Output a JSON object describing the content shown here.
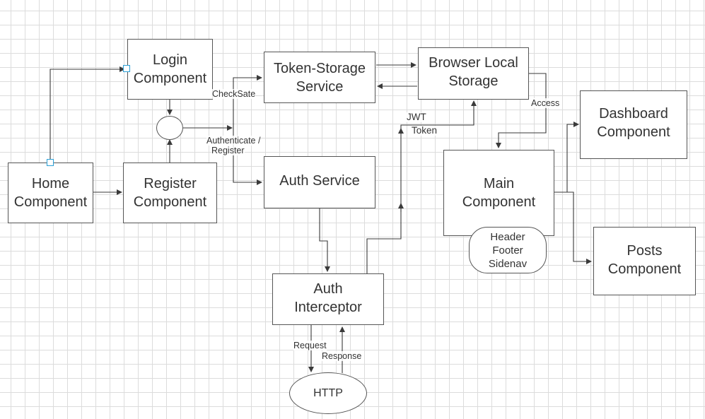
{
  "nodes": {
    "login": [
      "Login",
      "Component"
    ],
    "token_storage": [
      "Token-Storage",
      "Service"
    ],
    "browser_storage": [
      "Browser Local",
      "Storage"
    ],
    "dashboard": [
      "Dashboard",
      "Component"
    ],
    "home": [
      "Home",
      "Component"
    ],
    "register": [
      "Register",
      "Component"
    ],
    "auth_service": [
      "Auth Service"
    ],
    "main": [
      "Main",
      "Component"
    ],
    "layout_parts": [
      "Header",
      "Footer",
      "Sidenav"
    ],
    "posts": [
      "Posts",
      "Component"
    ],
    "interceptor": [
      "Auth",
      "Interceptor"
    ],
    "http": "HTTP"
  },
  "edge_labels": {
    "checksate": "CheckSate",
    "authenticate": [
      "Authenticate /",
      "Register"
    ],
    "jwt": "JWT",
    "token": "Token",
    "access": "Access",
    "request": "Request",
    "response": "Response"
  },
  "colors": {
    "line": "#3a3a3a",
    "handle": "#2a9fd6"
  }
}
